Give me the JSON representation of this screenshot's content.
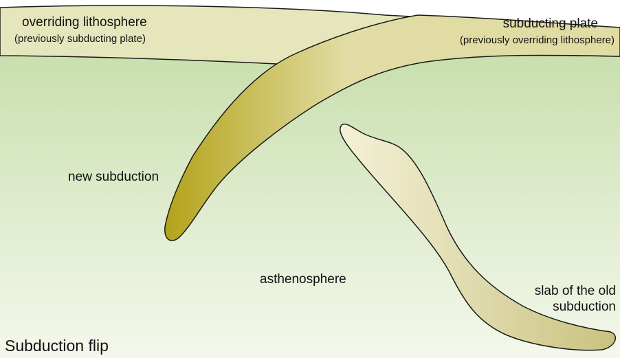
{
  "diagram": {
    "title": "Subduction flip",
    "labels": {
      "overriding_lithosphere": "overriding lithosphere",
      "overriding_lithosphere_note": "(previously subducting plate)",
      "subducting_plate": "subducting plate",
      "subducting_plate_note": "(previously overriding lithosphere)",
      "new_subduction": "new subduction",
      "asthenosphere": "asthenosphere",
      "slab_old_line1": "slab of the old",
      "slab_old_line2": "subduction"
    },
    "colors": {
      "asthenosphere_top": "#c9dfae",
      "asthenosphere_bottom": "#f4f8ec",
      "lithosphere": "#e6e6bd",
      "plate_light": "#e1dca3",
      "plate_dark": "#b3a31a",
      "slab_light": "#f4f1d8",
      "slab_dark": "#c9c27f",
      "outline": "#1a1a1a"
    }
  }
}
